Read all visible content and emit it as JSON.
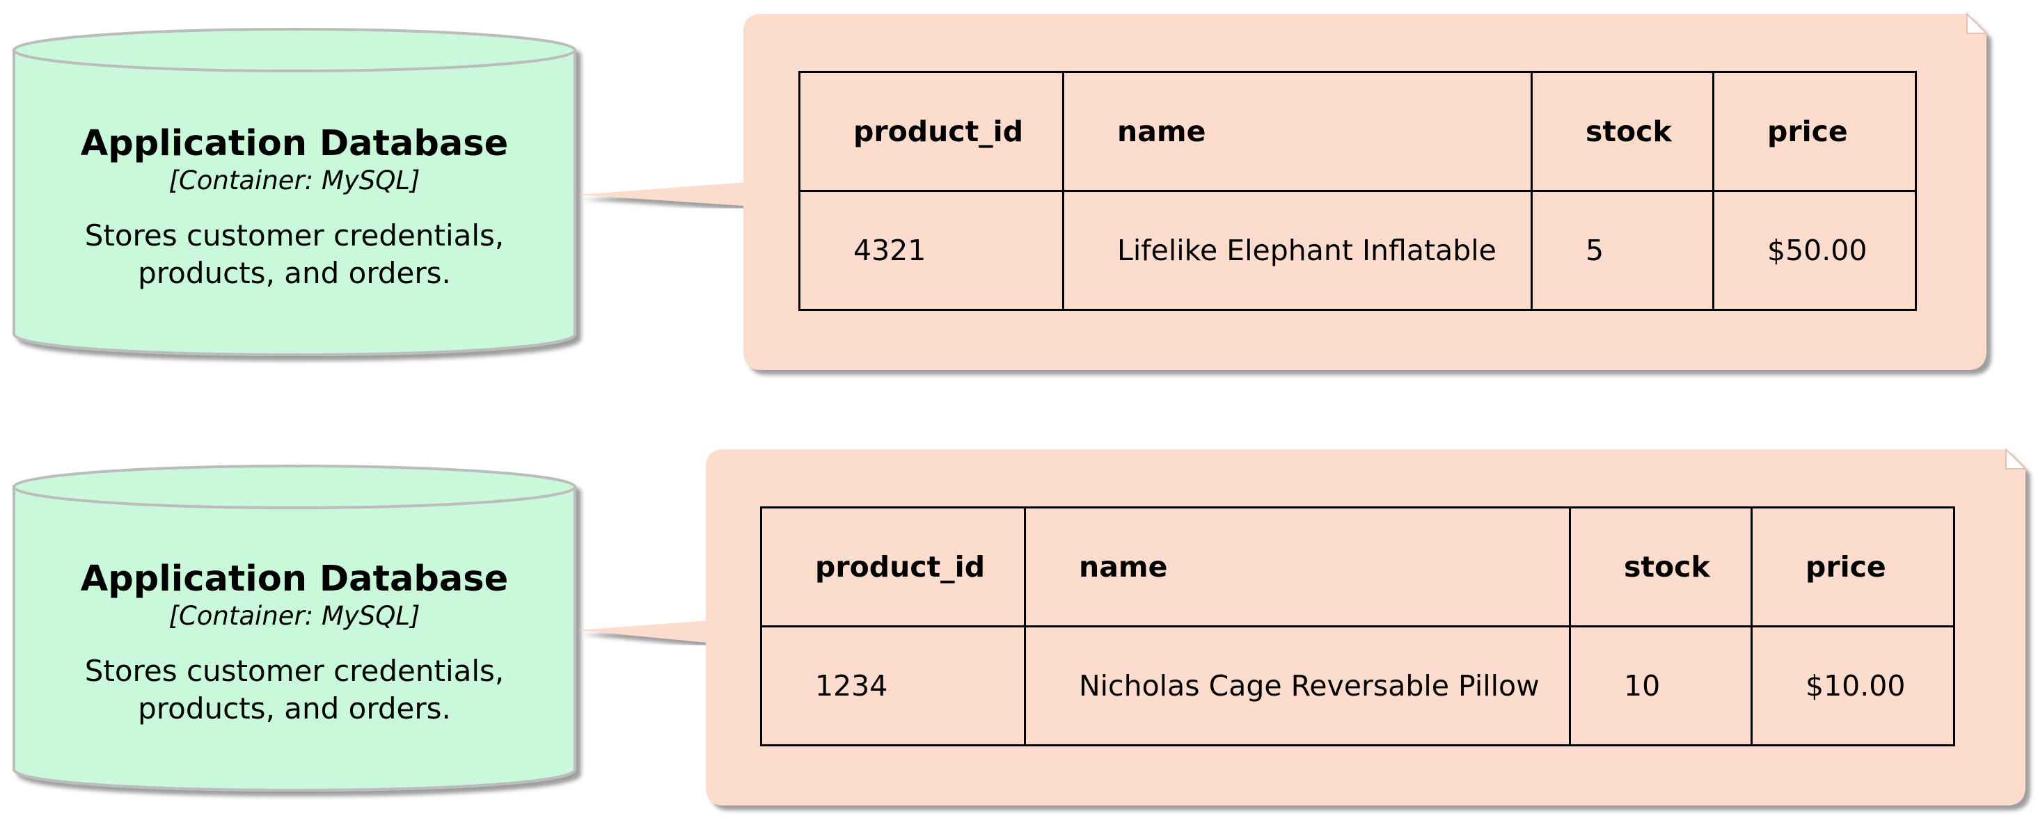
{
  "rows": [
    {
      "database": {
        "title": "Application Database",
        "technology": "[Container: MySQL]",
        "description_line1": "Stores customer credentials,",
        "description_line2": "products, and orders."
      },
      "table": {
        "headers": [
          "product_id",
          "name",
          "stock",
          "price"
        ],
        "cells": [
          "4321",
          "Lifelike Elephant Inflatable",
          "5",
          "$50.00"
        ]
      }
    },
    {
      "database": {
        "title": "Application Database",
        "technology": "[Container: MySQL]",
        "description_line1": "Stores customer credentials,",
        "description_line2": "products, and orders."
      },
      "table": {
        "headers": [
          "product_id",
          "name",
          "stock",
          "price"
        ],
        "cells": [
          "1234",
          "Nicholas Cage Reversable Pillow",
          "10",
          "$10.00"
        ]
      }
    }
  ],
  "colors": {
    "database_fill": "#c9f8da",
    "database_stroke": "#bcbcbc",
    "note_fill": "#fcdccc",
    "table_border": "#000000"
  }
}
